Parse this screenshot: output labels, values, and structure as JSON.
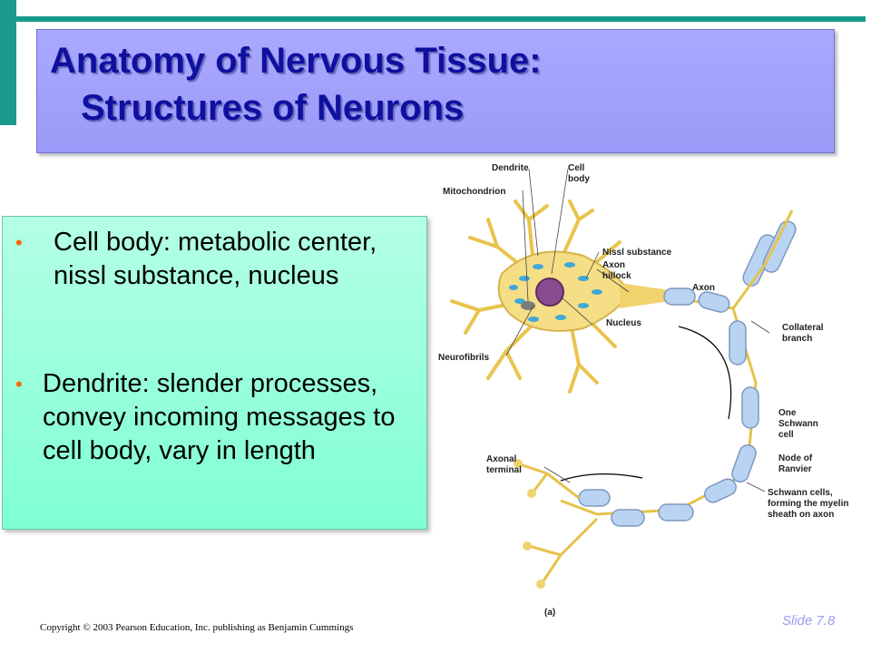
{
  "title": {
    "line1": "Anatomy of Nervous Tissue:",
    "line2": "Structures of Neurons"
  },
  "bullets": [
    {
      "text": "Cell body: metabolic center, nissl substance, nucleus"
    },
    {
      "text": "Dendrite: slender processes, convey incoming messages to cell body, vary in length"
    }
  ],
  "figure": {
    "labels": {
      "dendrite": "Dendrite",
      "cell_body_1": "Cell",
      "cell_body_2": "body",
      "mitochondrion": "Mitochondrion",
      "nissl": "Nissl substance",
      "axon_hillock_1": "Axon",
      "axon_hillock_2": "hillock",
      "axon": "Axon",
      "nucleus": "Nucleus",
      "collateral_1": "Collateral",
      "collateral_2": "branch",
      "neurofibrils": "Neurofibrils",
      "schwann_1": "One",
      "schwann_2": "Schwann",
      "schwann_3": "cell",
      "node_1": "Node of",
      "node_2": "Ranvier",
      "axonal_1": "Axonal",
      "axonal_2": "terminal",
      "myelin_1": "Schwann cells,",
      "myelin_2": "forming the myelin",
      "myelin_3": "sheath on axon",
      "panel": "(a)"
    },
    "colors": {
      "dendrites": "#f3d66a",
      "myelin": "#b9d4f2",
      "nucleus": "#8a4c8e",
      "nissl": "#3fa8d8"
    }
  },
  "footer": {
    "copyright": "Copyright © 2003 Pearson Education, Inc. publishing as Benjamin Cummings",
    "slide_number": "Slide 7.8"
  },
  "theme": {
    "accent": "#1a9a8e",
    "title_fill": "#a0a0fc",
    "title_text": "#1010a0",
    "bullet_box": "#9affdc",
    "bullet_marker": "#ff6600"
  }
}
